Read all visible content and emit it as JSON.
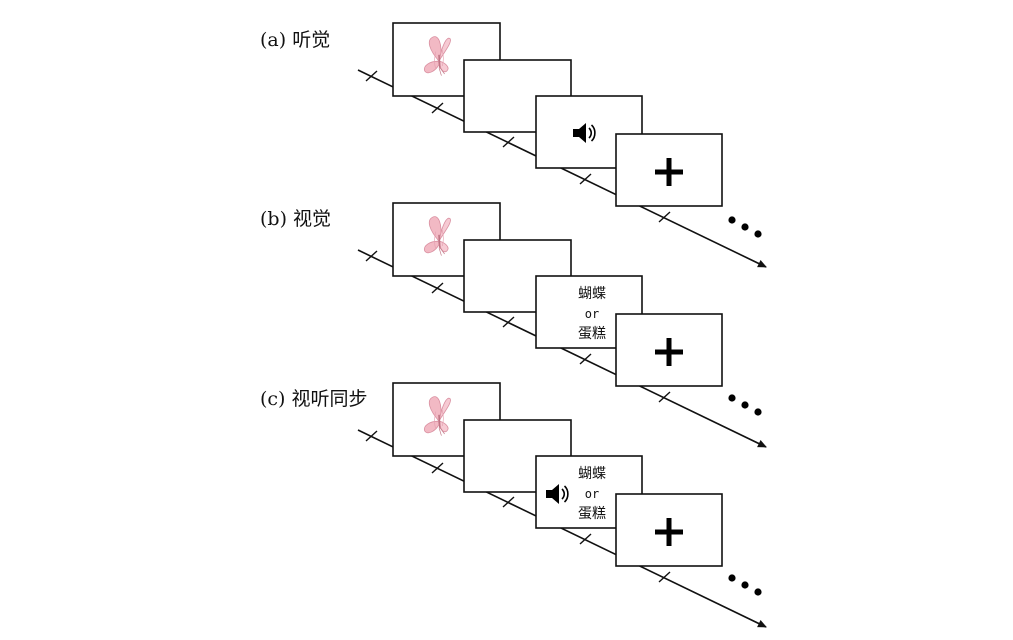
{
  "panels": [
    {
      "id": "a",
      "label": "(a) 听觉",
      "stimulus": {
        "speaker": true,
        "words": []
      }
    },
    {
      "id": "b",
      "label": "(b) 视觉",
      "stimulus": {
        "speaker": false,
        "words": [
          "蝴蝶",
          "or",
          "蛋糕"
        ]
      }
    },
    {
      "id": "c",
      "label": "(c) 视听同步",
      "stimulus": {
        "speaker": true,
        "words": [
          "蝴蝶",
          "or",
          "蛋糕"
        ]
      }
    }
  ],
  "icons": {
    "picture": "butterfly-icon",
    "sound": "speaker-icon",
    "fixation": "plus-icon",
    "continuation": "ellipsis-icon"
  },
  "colors": {
    "butterfly_wing": "#f2b9c4",
    "butterfly_body": "#d98fa0",
    "line": "#111111"
  }
}
